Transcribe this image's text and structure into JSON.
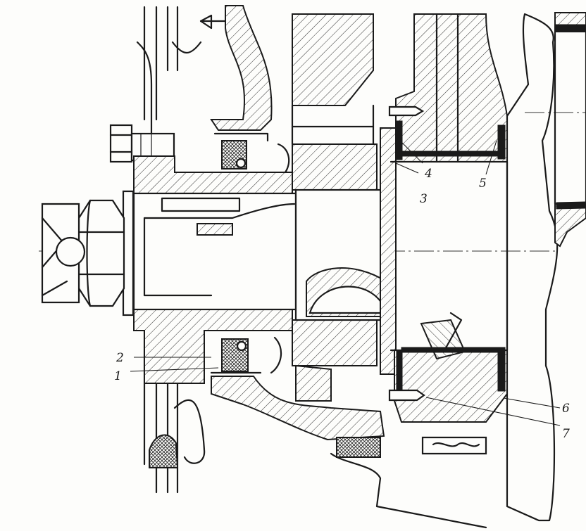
{
  "callouts": [
    {
      "id": "1",
      "text": "1"
    },
    {
      "id": "2",
      "text": "2"
    },
    {
      "id": "3",
      "text": "3"
    },
    {
      "id": "4",
      "text": "4"
    },
    {
      "id": "5",
      "text": "5"
    },
    {
      "id": "6",
      "text": "6"
    },
    {
      "id": "7",
      "text": "7"
    }
  ],
  "colors": {
    "line": "#1a1a1a",
    "paper": "#fdfdfb"
  }
}
